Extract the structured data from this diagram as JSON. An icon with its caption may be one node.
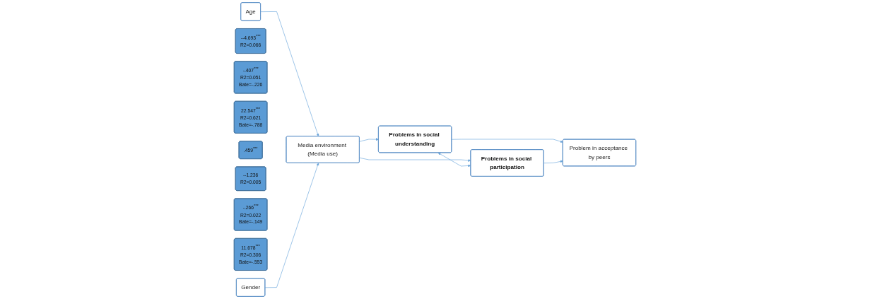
{
  "diagram": {
    "nodes": [
      {
        "text": [
          "Age"
        ]
      },
      {
        "text": [
          "--4.693$^{***}$",
          "R2=0.066"
        ]
      },
      {
        "text": [
          "Media environment (Media use)"
        ]
      },
      {
        "text": [
          "-.407$^{***}$",
          "R2=0.051",
          "Bate=-.226"
        ]
      },
      {
        "text": [
          "Problems in social understanding"
        ]
      },
      {
        "text": [
          "22.547$^{***}$",
          "R2=0.621",
          "Bate=-.788"
        ]
      },
      {
        "text": [
          ".459$^{***}$"
        ]
      },
      {
        "text": [
          "Problem in acceptance by peers"
        ]
      },
      {
        "text": [
          "--1.236",
          "R2=0.005"
        ]
      },
      {
        "text": [
          "-.266$^{***}$",
          "R2=0.022",
          "Bate=-.149"
        ]
      },
      {
        "text": [
          "Problems in social participation"
        ]
      },
      {
        "text": [
          "11.678$^{***}$",
          "R2=0.306",
          "Bate=-.553"
        ]
      },
      {
        "text": [
          "Gender"
        ]
      }
    ],
    "edges": [
      {
        "from": 0,
        "to": 2,
        "arrow": "to"
      },
      {
        "from": 12,
        "to": 2,
        "arrow": "to"
      },
      {
        "from": 2,
        "to": 4,
        "arrow": "to"
      },
      {
        "from": 2,
        "to": 10,
        "arrow": "to"
      },
      {
        "from": 4,
        "to": 10,
        "arrow": "both"
      },
      {
        "from": 4,
        "to": 7,
        "arrow": "to"
      },
      {
        "from": 10,
        "to": 7,
        "arrow": "to"
      }
    ]
  }
}
